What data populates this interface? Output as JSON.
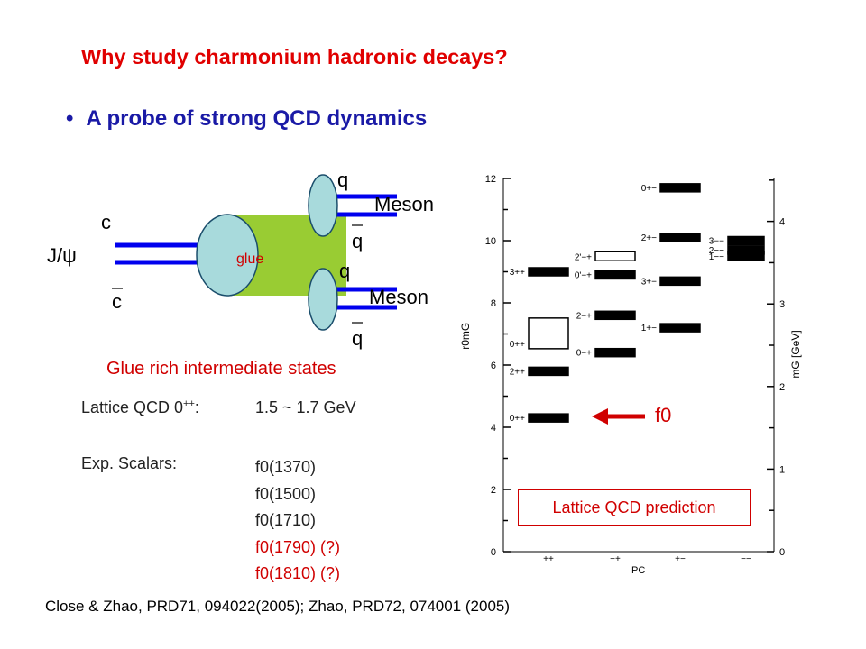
{
  "slide": {
    "title": "Why study charmonium hadronic decays?",
    "bullet": "A probe of strong QCD dynamics",
    "reference": "Close & Zhao, PRD71, 094022(2005); Zhao, PRD72, 074001 (2005)"
  },
  "diagram": {
    "initial_label": "J/ψ",
    "quark_label": "c",
    "antiquark_label": "c",
    "glue_label": "glue",
    "q_label": "q",
    "meson_label": "Meson",
    "caption": "Glue rich intermediate states"
  },
  "info": {
    "lattice_label": "Lattice QCD 0",
    "lattice_sup": "++",
    "lattice_colon": ":",
    "lattice_value": "1.5 ~ 1.7 GeV",
    "exp_label": "Exp. Scalars:",
    "scalars": [
      "f0(1370)",
      "f0(1500)",
      "f0(1710)",
      "f0(1790) (?)",
      "f0(1810) (?)"
    ],
    "scalar_colors": [
      "#222222",
      "#222222",
      "#222222",
      "#d00000",
      "#d00000"
    ]
  },
  "chart_data": {
    "type": "level-diagram",
    "left_axis": {
      "label": "r0mG",
      "range": [
        0,
        12
      ],
      "ticks": [
        0,
        2,
        4,
        6,
        8,
        10,
        12
      ]
    },
    "right_axis": {
      "label": "mG [GeV]",
      "ticks": [
        0,
        1,
        2,
        3,
        4
      ]
    },
    "x_axis": {
      "label": "PC",
      "categories": [
        "++",
        "−+",
        "+−",
        "−−"
      ]
    },
    "states": [
      {
        "label": "0++",
        "column": "++",
        "value": 4.3,
        "hollow": false
      },
      {
        "label": "2++",
        "column": "++",
        "value": 5.8,
        "hollow": false
      },
      {
        "label": "0++",
        "column": "++",
        "value": 6.7,
        "hollow": true
      },
      {
        "label": "3++",
        "column": "++",
        "value": 9.0,
        "hollow": false
      },
      {
        "label": "0−+",
        "column": "−+",
        "value": 6.4,
        "hollow": false
      },
      {
        "label": "2−+",
        "column": "−+",
        "value": 7.6,
        "hollow": false
      },
      {
        "label": "0'−+",
        "column": "−+",
        "value": 8.9,
        "hollow": false
      },
      {
        "label": "2'−+",
        "column": "−+",
        "value": 9.5,
        "hollow": true
      },
      {
        "label": "1+−",
        "column": "+−",
        "value": 7.2,
        "hollow": false
      },
      {
        "label": "3+−",
        "column": "+−",
        "value": 8.7,
        "hollow": false
      },
      {
        "label": "2+−",
        "column": "+−",
        "value": 10.1,
        "hollow": false
      },
      {
        "label": "0+−",
        "column": "+−",
        "value": 11.7,
        "hollow": false
      },
      {
        "label": "1−−",
        "column": "−−",
        "value": 9.5,
        "hollow": false
      },
      {
        "label": "2−−",
        "column": "−−",
        "value": 9.7,
        "hollow": false
      },
      {
        "label": "3−−",
        "column": "−−",
        "value": 10.0,
        "hollow": false
      }
    ],
    "annotation": "f0",
    "legend": "Lattice QCD prediction"
  }
}
